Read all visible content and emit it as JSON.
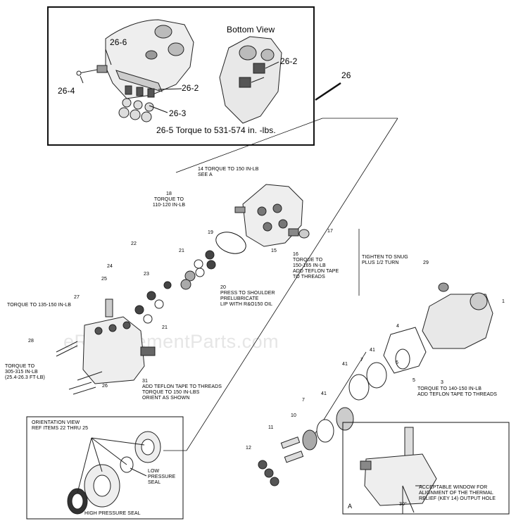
{
  "watermark": "eReplacementParts.com",
  "inset_top": {
    "bottom_view": "Bottom View",
    "callout_main": "26",
    "c_26_6": "26-6",
    "c_26_4": "26-4",
    "c_26_2a": "26-2",
    "c_26_2b": "26-2",
    "c_26_3": "26-3",
    "c_26_5": "26-5 Torque to 531-574 in. -lbs."
  },
  "callouts": {
    "n14": "14 TORQUE TO 150 IN-LB\nSEE A",
    "n18": "18\nTORQUE TO\n110-120 IN-LB",
    "n19": "19",
    "n22": "22",
    "n21a": "21",
    "n21b": "21",
    "n24": "24",
    "n23": "23",
    "n25": "25",
    "n17": "17",
    "n15": "15",
    "n16": "16\nTORQUE TO\n150-165 IN-LB\nADD TEFLON TAPE\nTO THREADS",
    "n20": "20\nPRESS TO SHOULDER\nPRELUBRICATE\nLIP WITH R&O150 OIL",
    "n27": "27",
    "t27": "TORQUE TO 135-150 IN-LB",
    "n28": "28",
    "t28": "TORQUE TO\n305-315 IN-LB\n(25.4-26.3 FT-LB)",
    "n26": "26",
    "n31": "31\nADD TEFLON TAPE TO THREADS\nTORQUE TO 150 IN-LBS\nORIENT AS SHOWN",
    "tighten": "TIGHTEN TO SNUG\nPLUS 1/2 TURN",
    "n29": "29",
    "n1": "1",
    "n4": "4",
    "n41a": "41",
    "n41b": "41",
    "n41c": "41",
    "n7a": "7",
    "n7b": "7",
    "n6": "6",
    "n5": "5",
    "n3": "3",
    "t3": "TORQUE TO 140-150 IN-LB\nADD TEFLON TAPE TO THREADS",
    "n10": "10",
    "n11": "11",
    "n12": "12"
  },
  "orientation": {
    "title": "ORIENTATION VIEW\nREF ITEMS 22 THRU 25",
    "low": "LOW\nPRESSURE\nSEAL",
    "high": "HIGH PRESSURE SEAL"
  },
  "detail_a": {
    "letter": "A",
    "note": "ACCEPTABLE WINDOW FOR\nALIGNMENT OF THE THERMAL\nRELIEF (KEY 14) OUTPUT HOLE",
    "angle": "30°"
  }
}
